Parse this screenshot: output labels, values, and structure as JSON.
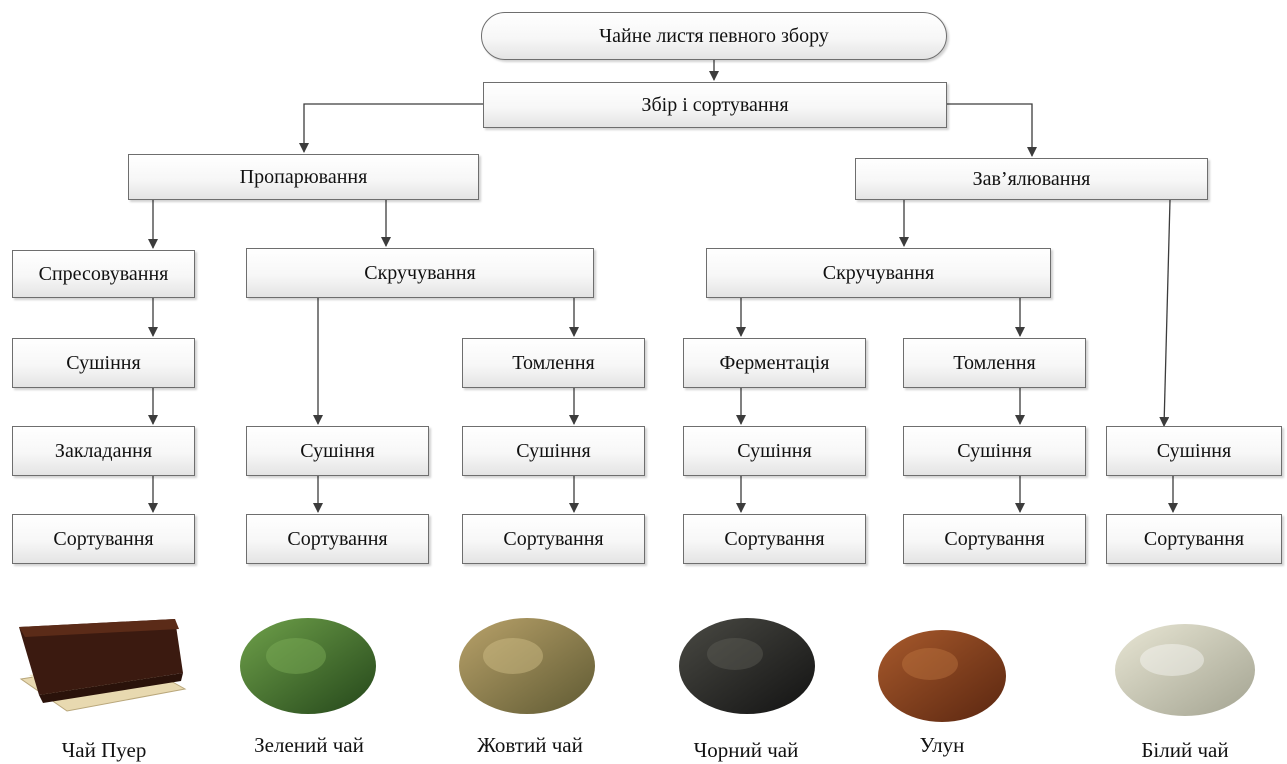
{
  "boxes": {
    "root": "Чайне листя певного збору",
    "collect": "Збір і сортування",
    "steam": "Пропарювання",
    "wither": "Зав’ялювання",
    "pressing": "Спресовування",
    "rolling_left": "Скручування",
    "rolling_right": "Скручування",
    "drying_1": "Сушіння",
    "bedding": "Закладання",
    "sorting_1": "Сортування",
    "drying_2": "Сушіння",
    "sorting_2": "Сортування",
    "stewing_3": "Томлення",
    "drying_3": "Сушіння",
    "sorting_3": "Сортування",
    "fermentation": "Ферментація",
    "drying_4": "Сушіння",
    "sorting_4": "Сортування",
    "stewing_5": "Томлення",
    "drying_5": "Сушіння",
    "sorting_5": "Сортування",
    "drying_6": "Сушіння",
    "sorting_6": "Сортування"
  },
  "teas": [
    "Чай Пуер",
    "Зелений чай",
    "Жовтий чай",
    "Чорний чай",
    "Улун",
    "Білий чай"
  ],
  "colors": {
    "line": "#3c3c3c",
    "border": "#6e6e6e"
  }
}
